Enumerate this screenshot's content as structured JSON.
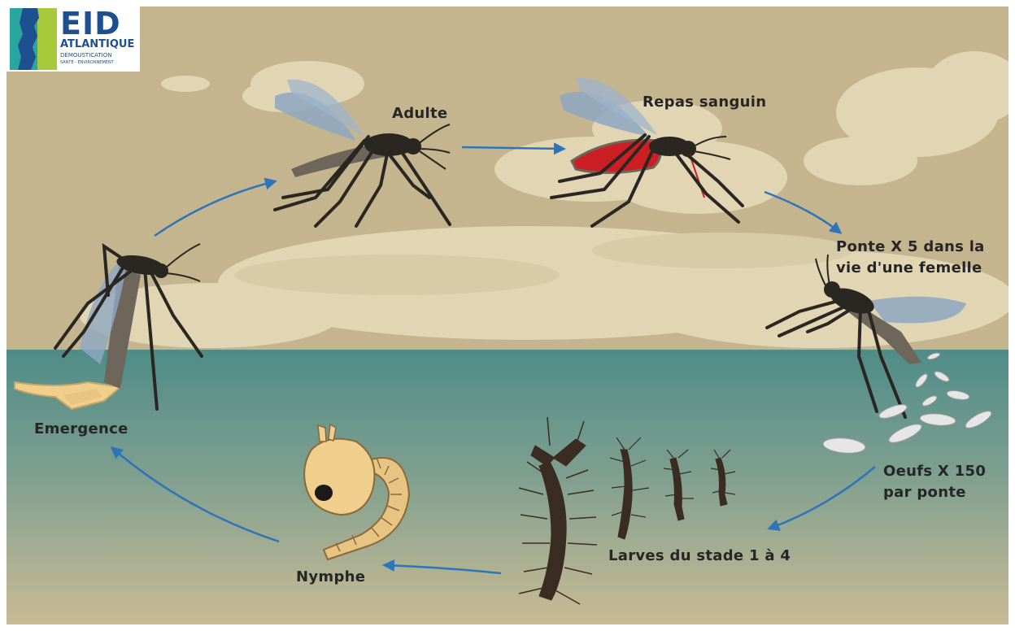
{
  "logo": {
    "title": "EID",
    "subtitle": "ATLANTIQUE",
    "tagline": "DÉMOUSTICATION",
    "tagline2": "SANTÉ - ENVIRONNEMENT"
  },
  "stages": {
    "adult": "Adulte",
    "blood_meal": "Repas sanguin",
    "laying_line1": "Ponte X 5 dans la",
    "laying_line2": "vie d'une femelle",
    "eggs_line1": "Oeufs X 150",
    "eggs_line2": "par ponte",
    "larvae": "Larves du stade 1 à 4",
    "nymph": "Nymphe",
    "emergence": "Emergence"
  },
  "colors": {
    "sky": "#c4b58f",
    "cloud": "#e2d5b4",
    "water_top": "#4f8c88",
    "water_bottom": "#c9bb94",
    "arrow": "#2e74b8",
    "mosquito": "#2a2622",
    "wing": "#8ea7c2",
    "blood": "#cc1f24",
    "nymph": "#f0cf8c",
    "egg": "#e6e6e6"
  }
}
